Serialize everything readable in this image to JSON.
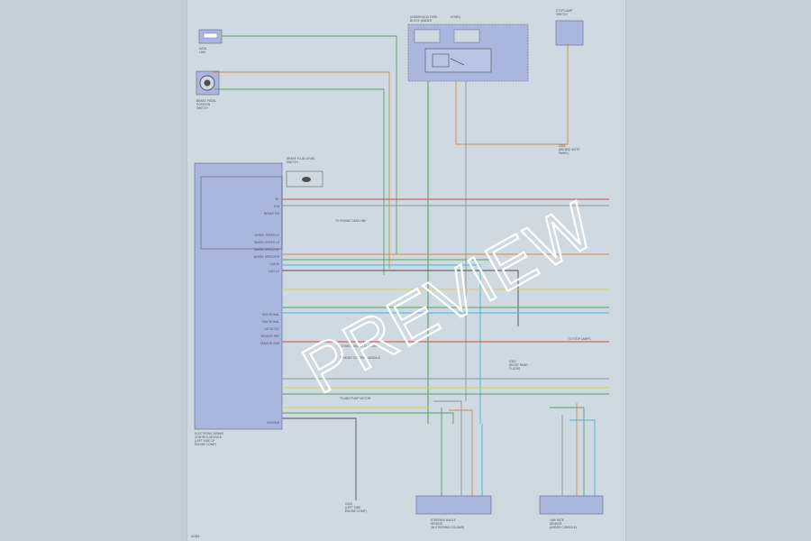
{
  "watermark": "PREVIEW",
  "page_id": "A0384",
  "colors": {
    "module_fill": "#aab6de",
    "wire_green": "#5aa061",
    "wire_orange": "#d08a45",
    "wire_red": "#d24848",
    "wire_cyan": "#3fb7d3",
    "wire_yellow": "#d8d24a",
    "wire_gray": "#8e959b",
    "wire_black": "#4d4d55"
  },
  "components": {
    "main_module": [
      "ELECTRONIC BRAKE",
      "CONTROL MODULE",
      "(LEFT SIDE OF",
      "ENGINE COMP)"
    ],
    "top_fuse_box": [
      "UNDERHOOD FUSE",
      "BLOCK (UNDER",
      "HOOD)"
    ],
    "top_right_connector": [
      "STOP LAMP",
      "SWITCH"
    ],
    "top_left_module": [
      "DATA",
      "LINK"
    ],
    "small_switch": [
      "BRAKE PEDAL",
      "POSITION",
      "SWITCH"
    ],
    "bottom_left_sensor": [
      "STEERING ANGLE",
      "SENSOR",
      "(IN STEERING COLUMN)"
    ],
    "bottom_right_sensor": [
      "YAW RATE",
      "SENSOR",
      "(UNDER CONSOLE)"
    ],
    "ground_1": [
      "G103",
      "(LEFT SIDE",
      "ENGINE COMP)"
    ],
    "ground_2": [
      "G201",
      "(BEHIND INSTR",
      "PANEL)"
    ],
    "ground_3": [
      "G302",
      "(RIGHT REAR",
      "FLOOR)"
    ],
    "side_note": [
      "BRAKE FLUID LEVEL",
      "SWITCH"
    ]
  },
  "pin_labels": [
    "B+",
    "IGN",
    "BRAKE SW",
    "",
    "",
    "WHEEL SPEED LF",
    "WHEEL SPEED LR",
    "WHEEL SPEED RF",
    "WHEEL SPEED RR",
    "CAN HI",
    "CAN LO",
    "",
    "",
    "",
    "",
    "",
    "SAS SIGNAL",
    "YAW SIGNAL",
    "LAT ACCEL",
    "SENSOR REF",
    "SENSOR GND",
    "",
    "",
    "",
    "",
    "",
    "",
    "",
    "",
    "",
    "",
    "GROUND"
  ],
  "wire_notes": [
    {
      "text": "TO ENGINE DATA LINK",
      "side": "left"
    },
    {
      "text": "TO INSTRUMENT CLUSTER",
      "side": "left"
    },
    {
      "text": "TO BODY CONTROL MODULE",
      "side": "left"
    },
    {
      "text": "TO ABS PUMP MOTOR",
      "side": "left"
    },
    {
      "text": "TO STOP LAMPS",
      "side": "right"
    }
  ]
}
